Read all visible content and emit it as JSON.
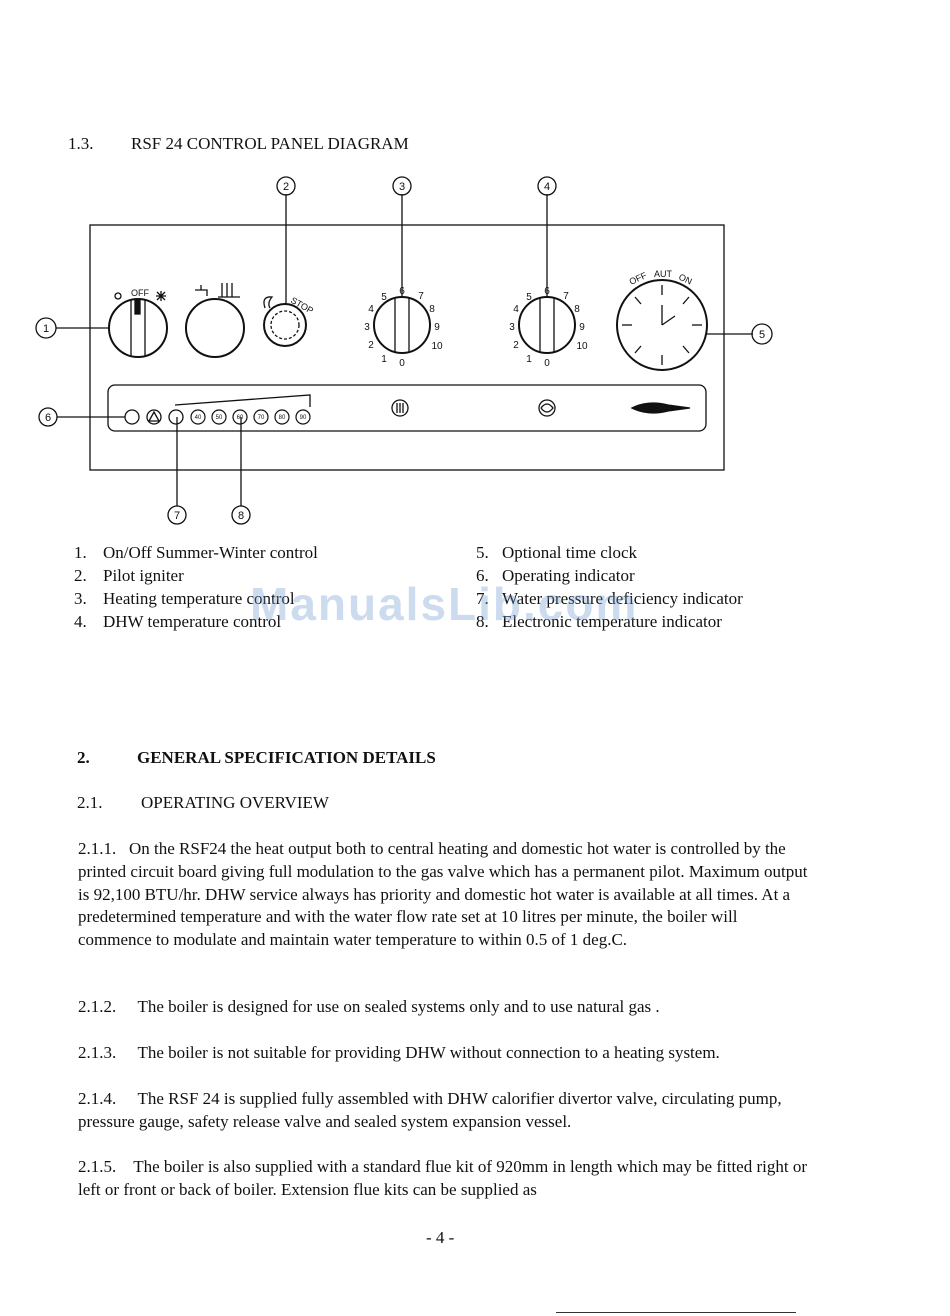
{
  "section_1_3": {
    "number": "1.3.",
    "title": "RSF 24 CONTROL PANEL DIAGRAM"
  },
  "diagram": {
    "callouts": [
      "1",
      "2",
      "3",
      "4",
      "5",
      "6",
      "7",
      "8"
    ],
    "switch_labels": {
      "off": "OFF"
    },
    "ignitor_label": "STOP",
    "dial_numbers": [
      "1",
      "2",
      "3",
      "4",
      "5",
      "6",
      "7",
      "8",
      "9",
      "10",
      "0"
    ],
    "clock_labels": [
      "OFF",
      "AUT",
      "ON"
    ],
    "temperature_leds": [
      "40",
      "50",
      "60",
      "70",
      "80",
      "90"
    ],
    "icons": [
      "sun-icon",
      "snowflake-icon",
      "tap-icon",
      "radiator-icon",
      "flame-icon",
      "warning-triangle-icon",
      "no-water-icon",
      "thermometer-icon",
      "pump-icon",
      "brand-logo"
    ]
  },
  "legend": {
    "left": [
      {
        "num": "1.",
        "text": "On/Off Summer-Winter control"
      },
      {
        "num": "2.",
        "text": "Pilot igniter"
      },
      {
        "num": "3.",
        "text": "Heating temperature control"
      },
      {
        "num": "4.",
        "text": "DHW temperature control"
      }
    ],
    "right": [
      {
        "num": "5.",
        "text": "Optional time clock"
      },
      {
        "num": "6.",
        "text": "Operating indicator"
      },
      {
        "num": "7.",
        "text": "Water pressure deficiency indicator"
      },
      {
        "num": "8.",
        "text": "Electronic temperature indicator"
      }
    ]
  },
  "watermark": "ManualsLib.com",
  "section_2": {
    "number": "2.",
    "title": "GENERAL SPECIFICATION DETAILS"
  },
  "section_2_1": {
    "number": "2.1.",
    "title": "OPERATING OVERVIEW"
  },
  "paragraphs": [
    {
      "num": "2.1.1.",
      "text": "On the RSF24 the heat output both to central heating and domestic hot water is controlled by the printed circuit board giving full modulation to the gas valve which has a permanent pilot. Maximum output is 92,100 BTU/hr. DHW service always has priority and domestic hot water is available at all times. At a predetermined temperature and with the water flow rate set at 10 litres per minute, the boiler will commence to modulate and maintain water temperature to within 0.5 of 1 deg.C."
    },
    {
      "num": "2.1.2.",
      "text": "The boiler is designed for use on sealed systems only and to use natural gas ."
    },
    {
      "num": "2.1.3.",
      "text": "The boiler is not suitable for providing DHW without connection to a heating system."
    },
    {
      "num": "2.1.4.",
      "text": "The RSF 24 is supplied fully assembled with DHW calorifier divertor valve, circulating pump, pressure gauge, safety release valve and sealed system expansion vessel."
    },
    {
      "num": "2.1.5.",
      "text": "The boiler is also supplied with a standard flue kit of 920mm in length which may be fitted right or left or front or back of boiler. Extension flue kits can be supplied as"
    }
  ],
  "page_number": "- 4 -"
}
